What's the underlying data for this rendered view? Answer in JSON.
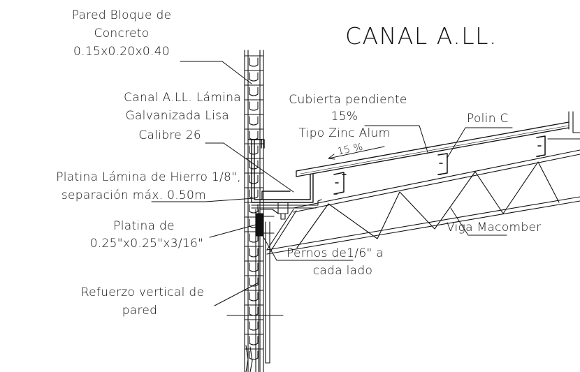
{
  "title": "CANAL A.LL.",
  "labels": {
    "pared_l1": "Pared Bloque de",
    "pared_l2": "Concreto",
    "pared_l3": "0.15x0.20x0.40",
    "canal_l1": "Canal A.LL. Lámina",
    "canal_l2": "Galvanizada Lisa",
    "canal_l3": "Calibre 26",
    "cubierta_l1": "Cubierta pendiente",
    "cubierta_l2": "15%",
    "cubierta_l3": "Tipo Zinc Alum",
    "slope": "15 %",
    "polin": "Polin C",
    "platina_hierro_l1": "Platina Lámina de Hierro 1/8\",",
    "platina_hierro_l2": "separación máx. 0.50m",
    "platina_l1": "Platina de",
    "platina_l2": "0.25\"x0.25\"x3/16\"",
    "viga": "Viga Macomber",
    "pernos_l1": "Pernos de1/6\" a",
    "pernos_l2": "cada lado",
    "refuerzo_l1": "Refuerzo vertical de",
    "refuerzo_l2": "pared"
  }
}
